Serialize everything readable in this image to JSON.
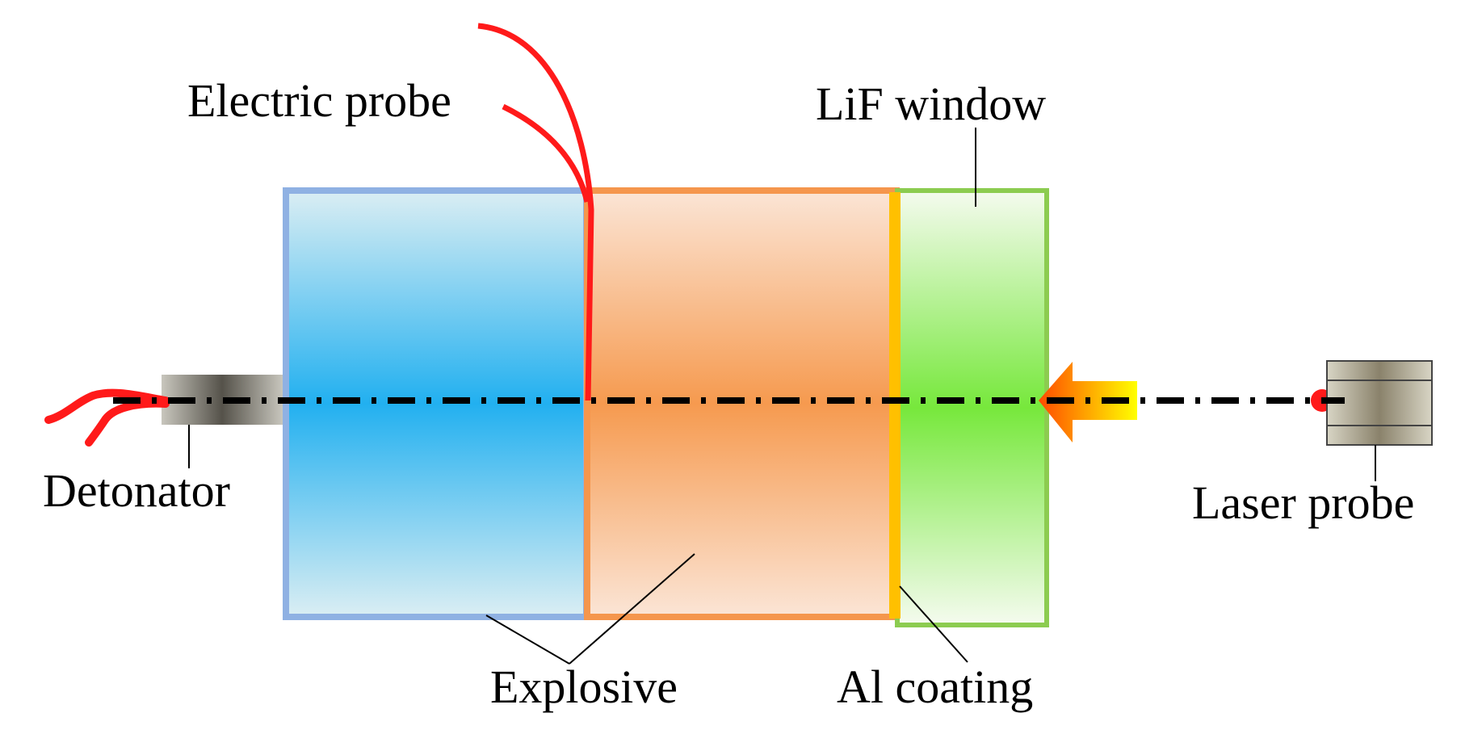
{
  "labels": {
    "electric_probe": "Electric probe",
    "lif_window": "LiF window",
    "detonator": "Detonator",
    "laser_probe": "Laser probe",
    "explosive": "Explosive",
    "al_coating": "Al coating"
  },
  "colors": {
    "explosive1_border": "#8fb1e3",
    "explosive1_edge": "#dbeef3",
    "explosive1_center": "#22b0f0",
    "explosive2_border": "#f5964d",
    "explosive2_edge": "#fbe5d6",
    "explosive2_center": "#f69a4f",
    "window_border": "#8ccc50",
    "window_edge": "#f5fbef",
    "window_center": "#77e83c",
    "al_coating": "#ffc000",
    "probe_wire": "#ff1a1a",
    "axis_line": "#000000",
    "arrow_tail": "#ffff00",
    "arrow_head": "#ff4a00"
  }
}
